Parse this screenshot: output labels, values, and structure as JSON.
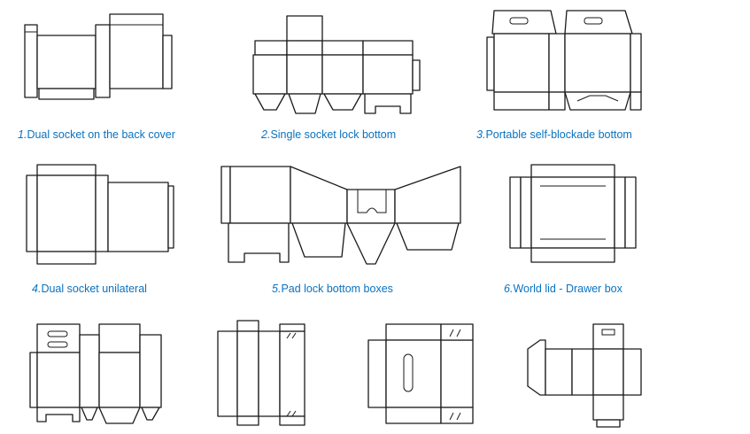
{
  "colors": {
    "caption": "#0a72c0",
    "line": "#1a1a1a",
    "background": "#ffffff"
  },
  "captions": [
    {
      "num": "1.",
      "text": "Dual socket on the back cover"
    },
    {
      "num": "2.",
      "text": "Single socket lock bottom"
    },
    {
      "num": "3.",
      "text": "Portable self-blockade bottom"
    },
    {
      "num": "4.",
      "text": "Dual socket unilateral"
    },
    {
      "num": "5.",
      "text": "Pad lock bottom boxes"
    },
    {
      "num": "6.",
      "text": "World lid - Drawer box"
    }
  ]
}
